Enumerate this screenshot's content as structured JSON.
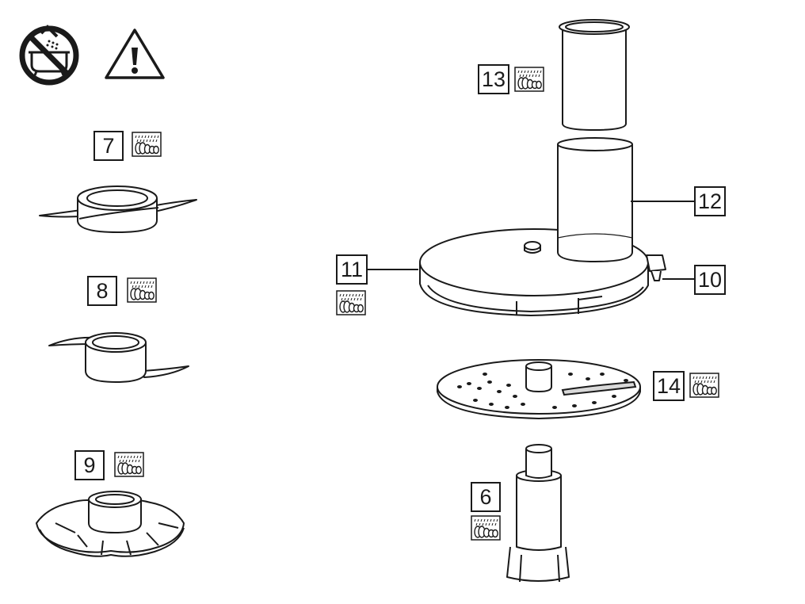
{
  "warnings": {
    "no_immersion_icon": "no-water-immersion-icon",
    "caution_icon": "caution-triangle-icon"
  },
  "dishwasher_icon": "dishwasher-safe-icon",
  "parts": [
    {
      "number": "7",
      "name": "blade-7",
      "dishwasher_safe": true
    },
    {
      "number": "8",
      "name": "blade-8",
      "dishwasher_safe": true
    },
    {
      "number": "9",
      "name": "whisk-disc-9",
      "dishwasher_safe": true
    },
    {
      "number": "13",
      "name": "pusher-13",
      "dishwasher_safe": true
    },
    {
      "number": "12",
      "name": "feed-tube-12",
      "dishwasher_safe": false
    },
    {
      "number": "11",
      "name": "lid-11",
      "dishwasher_safe": true
    },
    {
      "number": "10",
      "name": "lid-catch-10",
      "dishwasher_safe": false
    },
    {
      "number": "14",
      "name": "grating-disc-14",
      "dishwasher_safe": true
    },
    {
      "number": "6",
      "name": "drive-shaft-6",
      "dishwasher_safe": true
    }
  ],
  "colors": {
    "line": "#1a1a1a",
    "fill": "#ffffff",
    "shade": "#d9d9d9"
  }
}
